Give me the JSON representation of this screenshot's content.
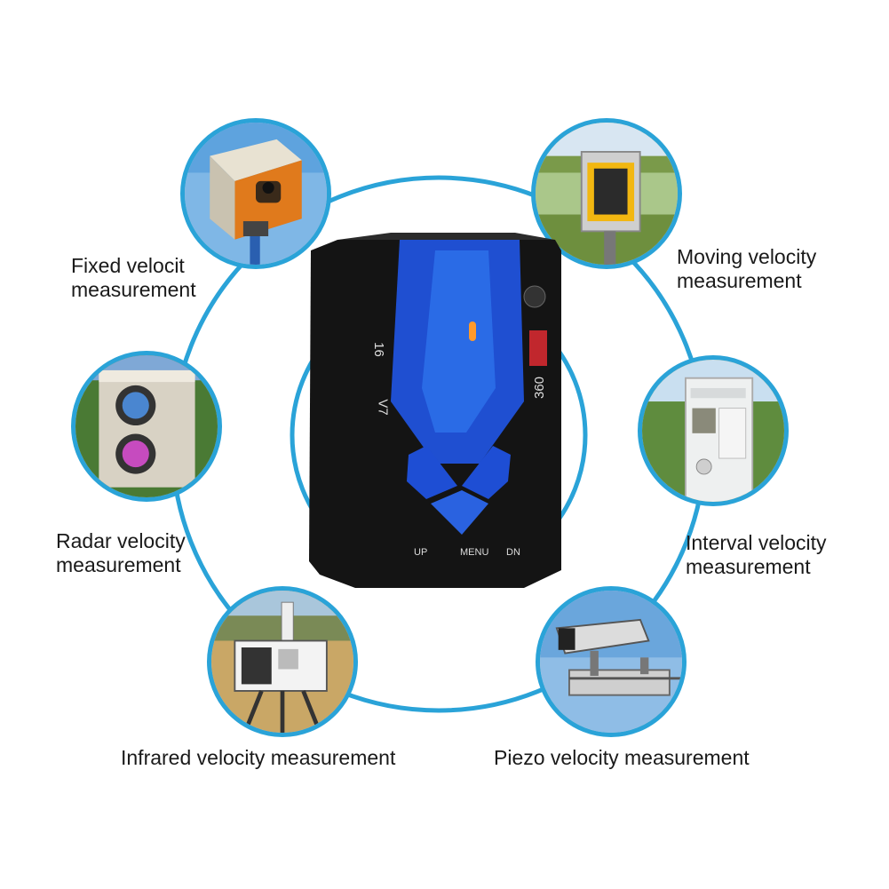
{
  "labels": {
    "fixed": {
      "line1": "Fixed velocit",
      "line2": "measurement"
    },
    "moving": {
      "line1": "Moving velocity",
      "line2": "measurement"
    },
    "radar": {
      "line1": "Radar velocity",
      "line2": "measurement"
    },
    "interval": {
      "line1": "Interval velocity",
      "line2": "measurement"
    },
    "infrared": {
      "line1": "Infrared velocity measurement"
    },
    "piezo": {
      "line1": "Piezo velocity measurement"
    }
  },
  "device": {
    "model_left": "16",
    "model_right": "V7",
    "side_text": "360",
    "btn_up": "UP",
    "btn_menu": "MENU",
    "btn_dn": "DN"
  },
  "colors": {
    "ring": "#2aa3d8",
    "device_body": "#111111",
    "device_accent": "#1f4fd1",
    "text": "#1a1a1a"
  }
}
